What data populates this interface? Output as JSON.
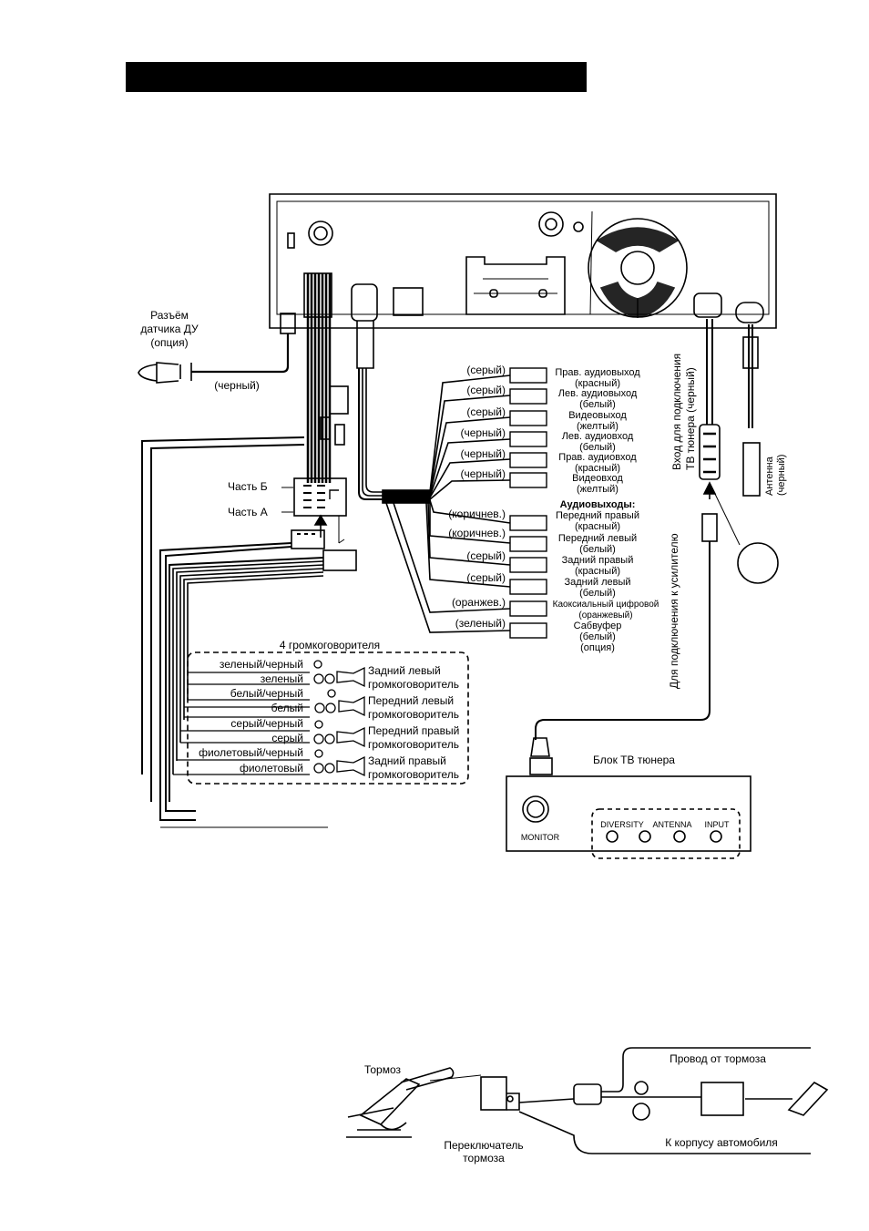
{
  "header": {
    "title": ""
  },
  "remote_sensor": {
    "line1": "Разъём",
    "line2": "датчика ДУ",
    "line3": "(опция)",
    "wire": "(черный)"
  },
  "harness": {
    "part_b": "Часть Б",
    "part_a": "Часть А"
  },
  "rca_colors": [
    "(серый)",
    "(серый)",
    "(серый)",
    "(черный)",
    "(черный)",
    "(черный)",
    "(коричнев.)",
    "(коричнев.)",
    "(серый)",
    "(серый)",
    "(оранжев.)",
    "(зеленый)"
  ],
  "rca_labels": [
    [
      "Прав. аудиовыход",
      "(красный)"
    ],
    [
      "Лев. аудиовыход",
      "(белый)"
    ],
    [
      "Видеовыход",
      "(желтый)"
    ],
    [
      "Лев. аудиовход",
      "(белый)"
    ],
    [
      "Прав. аудиовход",
      "(красный)"
    ],
    [
      "Видеовход",
      "(желтый)"
    ],
    [
      "Передний правый",
      "(красный)"
    ],
    [
      "Передний левый",
      "(белый)"
    ],
    [
      "Задний правый",
      "(красный)"
    ],
    [
      "Задний левый",
      "(белый)"
    ],
    [
      "Каоксиальный цифровой",
      "(оранжевый)"
    ],
    [
      "Сабвуфер",
      "(белый)",
      "(опция)"
    ]
  ],
  "audio_out_header": "Аудиовыходы:",
  "tv_input": {
    "line1": "Вход для подключения",
    "line2": "ТВ тюнера (черный)"
  },
  "antenna": {
    "line1": "Антенна",
    "line2": "(черный)"
  },
  "amp_connection": "Для подключения к усилителю",
  "speakers": {
    "title": "4 громкоговорителя",
    "wires": [
      "зеленый/черный",
      "зеленый",
      "белый/черный",
      "белый",
      "серый/черный",
      "серый",
      "фиолетовый/черный",
      "фиолетовый"
    ],
    "names": [
      [
        "Задний левый",
        "громкоговоритель"
      ],
      [
        "Передний левый",
        "громкоговоритель"
      ],
      [
        "Передний правый",
        "громкоговоритель"
      ],
      [
        "Задний правый",
        "громкоговоритель"
      ]
    ]
  },
  "tv_box": {
    "title": "Блок ТВ тюнера",
    "monitor": "MONITOR",
    "ports": [
      "DIVERSITY",
      "ANTENNA",
      "INPUT"
    ]
  },
  "brake": {
    "brake": "Тормоз",
    "switch_line1": "Переключатель",
    "switch_line2": "тормоза",
    "brake_wire": "Провод от тормоза",
    "ground": "К корпусу автомобиля"
  }
}
